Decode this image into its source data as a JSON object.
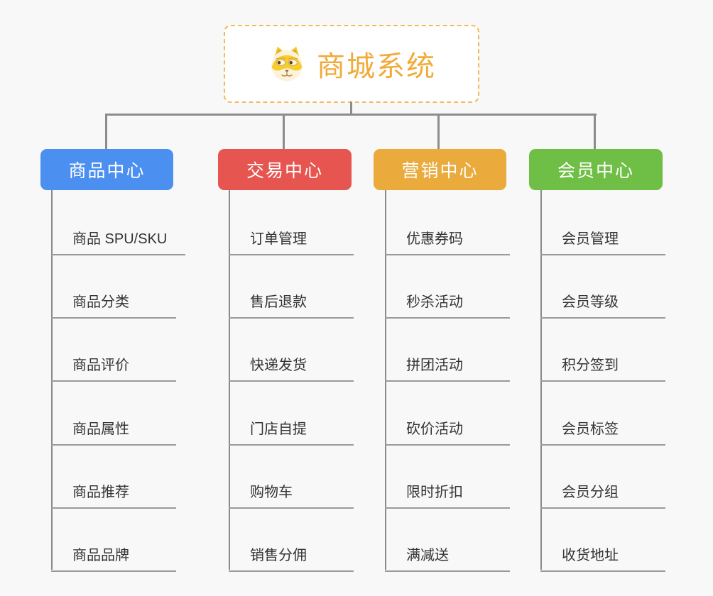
{
  "root": {
    "title": "商城系统",
    "icon": "doge-icon",
    "title_color": "#f0ab3a",
    "border_color": "#f2bb5c"
  },
  "connector_color": "#8c8c8c",
  "branches": [
    {
      "label": "商品中心",
      "color": "#4b8ff0",
      "items": [
        "商品 SPU/SKU",
        "商品分类",
        "商品评价",
        "商品属性",
        "商品推荐",
        "商品品牌"
      ]
    },
    {
      "label": "交易中心",
      "color": "#e65550",
      "items": [
        "订单管理",
        "售后退款",
        "快递发货",
        "门店自提",
        "购物车",
        "销售分佣"
      ]
    },
    {
      "label": "营销中心",
      "color": "#eaaa3c",
      "items": [
        "优惠券码",
        "秒杀活动",
        "拼团活动",
        "砍价活动",
        "限时折扣",
        "满减送"
      ]
    },
    {
      "label": "会员中心",
      "color": "#6fbe45",
      "items": [
        "会员管理",
        "会员等级",
        "积分签到",
        "会员标签",
        "会员分组",
        "收货地址"
      ]
    }
  ]
}
